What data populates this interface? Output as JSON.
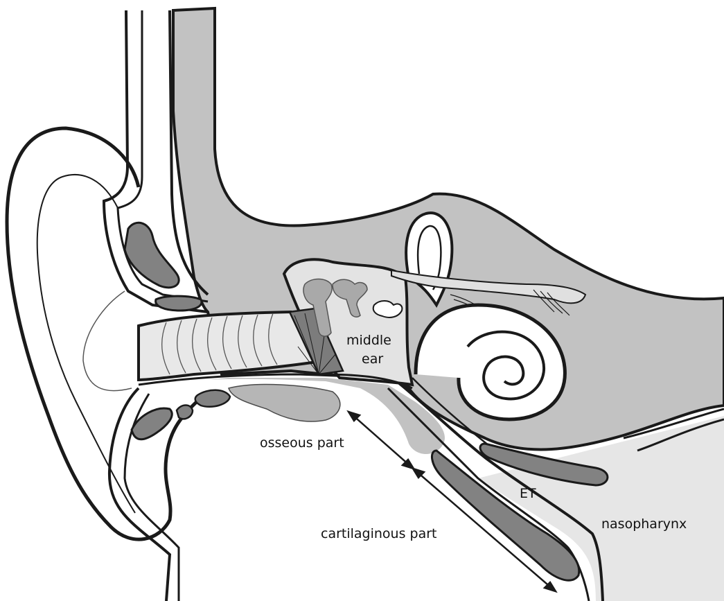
{
  "labels": {
    "middle_ear_line1": "middle",
    "middle_ear_line2": "ear",
    "osseous_part": "osseous part",
    "cartilaginous_part": "cartilaginous part",
    "et": "ET",
    "nasopharynx": "nasopharynx"
  },
  "colors": {
    "tissue": "#c2c2c2",
    "dark_structure": "#828282",
    "light_structure": "#e6e6e6",
    "ossicle": "#a9a9a9",
    "outline": "#1a1a1a",
    "background": "#ffffff"
  }
}
